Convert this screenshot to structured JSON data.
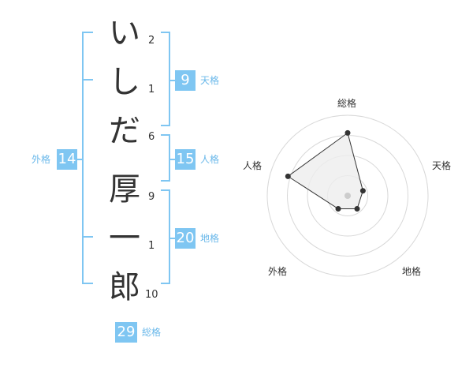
{
  "name": {
    "chars": [
      {
        "char": "い",
        "strokes": "2"
      },
      {
        "char": "し",
        "strokes": "1"
      },
      {
        "char": "だ",
        "strokes": "6"
      },
      {
        "char": "厚",
        "strokes": "9"
      },
      {
        "char": "一",
        "strokes": "1"
      },
      {
        "char": "郎",
        "strokes": "10"
      }
    ]
  },
  "kaku": {
    "tenkaku": {
      "value": "9",
      "label": "天格"
    },
    "jinkaku": {
      "value": "15",
      "label": "人格"
    },
    "chikaku": {
      "value": "20",
      "label": "地格"
    },
    "gaikaku": {
      "value": "14",
      "label": "外格"
    },
    "soukaku": {
      "value": "29",
      "label": "総格"
    }
  },
  "chart_data": {
    "type": "radar",
    "axes": [
      "総格",
      "天格",
      "地格",
      "外格",
      "人格"
    ],
    "values": [
      0.78,
      0.2,
      0.2,
      0.2,
      0.78
    ],
    "max": 1,
    "rings": 4
  },
  "colors": {
    "accent": "#7fc6f2",
    "radar_fill": "#eeeeee",
    "radar_line": "#333333"
  }
}
